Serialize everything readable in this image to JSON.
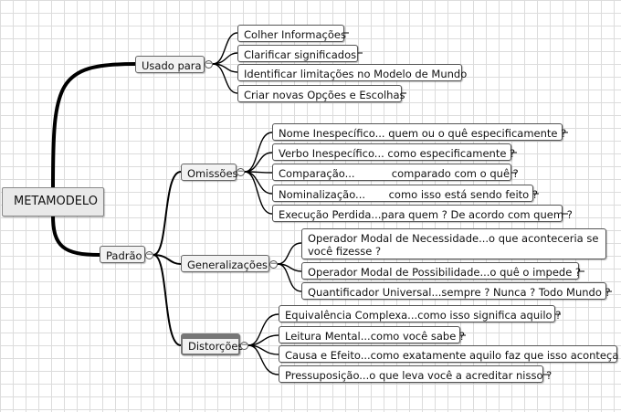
{
  "root": {
    "label": "METAMODELO"
  },
  "branches": {
    "usado_para": {
      "label": "Usado para",
      "items": [
        "Colher Informações",
        "Clarificar significados",
        "Identificar limitações no Modelo de Mundo",
        "Criar novas Opções e Escolhas"
      ]
    },
    "padrao": {
      "label": "Padrão",
      "omissoes": {
        "label": "Omissões",
        "items": [
          "Nome Inespecífico... quem ou o quê especificamente ?",
          "Verbo Inespecífico... como especificamente ?",
          "Comparação...           comparado com o quê ?",
          "Nominalização...       como isso está sendo feito ?",
          "Execução Perdida...para quem ? De acordo com quem ?"
        ]
      },
      "generalizacoes": {
        "label": "Generalizações",
        "items": [
          "Operador Modal de Necessidade...o que aconteceria se você fizesse ?",
          "Operador Modal de Possibilidade...o quê o impede ?",
          "Quantificador Universal...sempre ? Nunca ? Todo Mundo ?"
        ]
      },
      "distorcoes": {
        "label": "Distorções",
        "items": [
          "Equivalência Complexa...como isso significa aquilo ?",
          "Leitura Mental...como você sabe ?",
          "Causa e Efeito...como exatamente aquilo faz que isso aconteça ?",
          "Pressuposição...o que leva você a acreditar nisso ?"
        ]
      }
    }
  },
  "toggle_symbol": "−"
}
